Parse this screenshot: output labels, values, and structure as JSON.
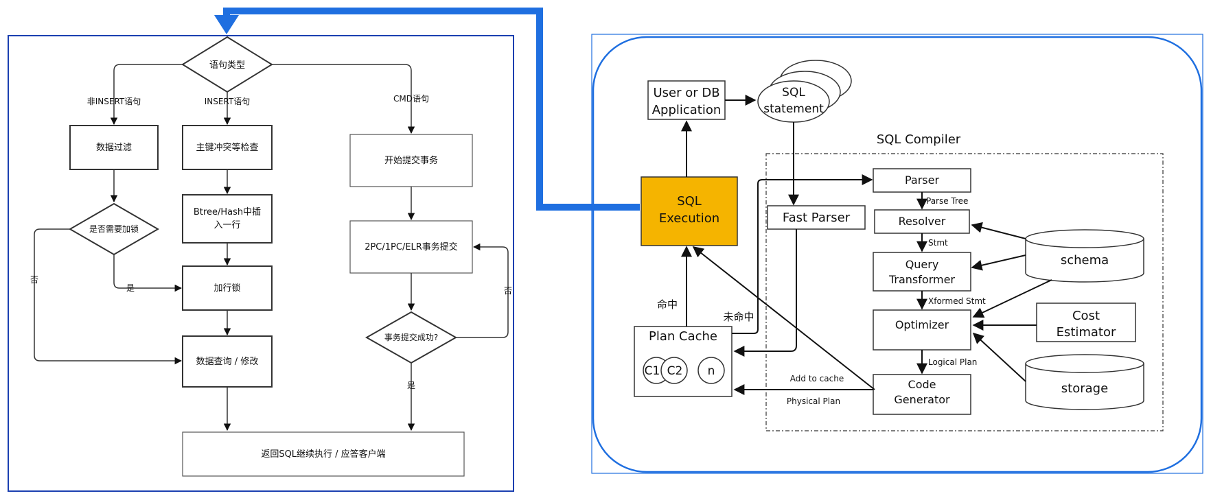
{
  "colors": {
    "accent_blue": "#1f6fe0",
    "frame_blue": "#1a3fb0",
    "sql_execution_fill": "#f5b400",
    "line": "#111111"
  },
  "left": {
    "decision_type": "语句类型",
    "branch_non_insert": "非INSERT语句",
    "branch_insert": "INSERT语句",
    "branch_cmd": "CMD语句",
    "data_filter": "数据过滤",
    "need_lock": "是否需要加锁",
    "label_no_lock": "否",
    "label_yes_lock": "是",
    "pk_check": "主键冲突等检查",
    "btree_insert_line1": "Btree/Hash中插",
    "btree_insert_line2": "入一行",
    "add_row_lock": "加行锁",
    "data_query": "数据查询 / 修改",
    "start_commit": "开始提交事务",
    "commit_2pc": "2PC/1PC/ELR事务提交",
    "commit_success": "事务提交成功?",
    "label_no_commit": "否",
    "label_yes_commit": "是",
    "return_sql": "返回SQL继续执行 / 应答客户端"
  },
  "right": {
    "user_app_line1": "User or DB",
    "user_app_line2": "Application",
    "sql_statement_line1": "SQL",
    "sql_statement_line2": "statement",
    "sql_compiler": "SQL Compiler",
    "sql_execution_line1": "SQL",
    "sql_execution_line2": "Execution",
    "fast_parser": "Fast Parser",
    "parser": "Parser",
    "parse_tree": "Parse  Tree",
    "resolver": "Resolver",
    "stmt": "Stmt",
    "query_transformer_line1": "Query",
    "query_transformer_line2": "Transformer",
    "xformed_stmt": "Xformed  Stmt",
    "optimizer": "Optimizer",
    "logical_plan": "Logical  Plan",
    "code_generator_line1": "Code",
    "code_generator_line2": "Generator",
    "add_to_cache": "Add  to  cache",
    "physical_plan": "Physical  Plan",
    "plan_cache": "Plan Cache",
    "c1": "C1",
    "c2": "C2",
    "n": "n",
    "hit": "命中",
    "miss": "未命中",
    "schema": "schema",
    "cost_estimator_line1": "Cost",
    "cost_estimator_line2": "Estimator",
    "storage": "storage"
  }
}
